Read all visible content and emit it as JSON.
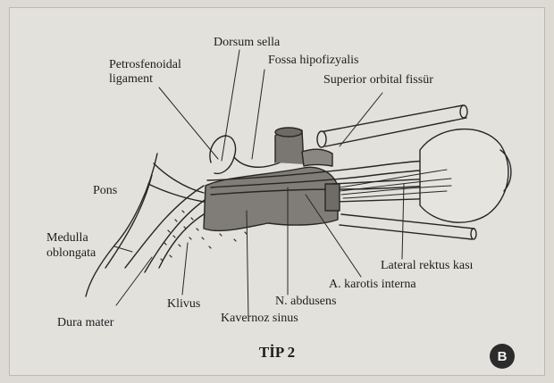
{
  "labels": {
    "dorsum_sella": "Dorsum sella",
    "petrosfenoidal_ligament_line1": "Petrosfenoidal",
    "petrosfenoidal_ligament_line2": "ligament",
    "fossa_hipofizyalis": "Fossa hipofizyalis",
    "superior_orbital_fissur": "Superior orbital fissür",
    "pons": "Pons",
    "medulla_oblongata_line1": "Medulla",
    "medulla_oblongata_line2": "oblongata",
    "dura_mater": "Dura mater",
    "klivus": "Klivus",
    "kavernoz_sinus": "Kavernoz sinus",
    "n_abdusens": "N. abdusens",
    "a_karotis_interna": "A. karotis interna",
    "lateral_rektus_kasi": "Lateral rektus kası"
  },
  "title": "TİP 2",
  "panel_letter": "B"
}
